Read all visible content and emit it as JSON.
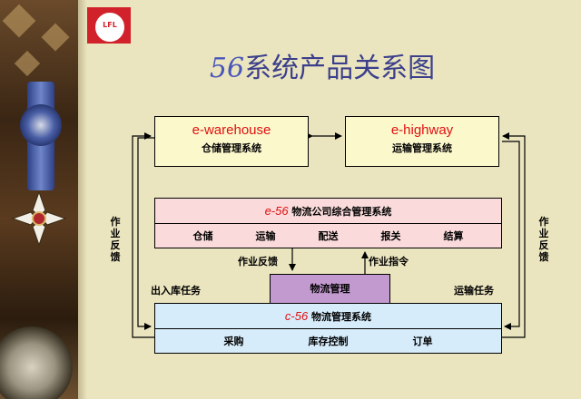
{
  "title": {
    "num": "56",
    "text": "系统产品关系图"
  },
  "logo": {
    "text": "LFL"
  },
  "boxes": {
    "e_warehouse": {
      "name": "e-warehouse",
      "desc": "仓储管理系统"
    },
    "e_highway": {
      "name": "e-highway",
      "desc": "运输管理系统"
    },
    "e56": {
      "prefix": "e-56",
      "title": " 物流公司综合管理系统",
      "items": [
        "仓储",
        "运输",
        "配送",
        "报关",
        "结算"
      ]
    },
    "wl": {
      "label": "物流管理"
    },
    "c56": {
      "prefix": "c-56",
      "title": " 物流管理系统",
      "items": [
        "采购",
        "库存控制",
        "订单"
      ]
    }
  },
  "labels": {
    "feedback_mid": "作业反馈",
    "command_mid": "作业指令",
    "inout_task": "出入库任务",
    "transport_task": "运输任务",
    "left_vertical": "作业反馈",
    "right_vertical": "作业反馈"
  },
  "colors": {
    "accent_red": "#e01010",
    "title_blue": "#3b3f8c",
    "yellow_box": "#fbf8cc",
    "pink_panel": "#fadada",
    "purple_box": "#c39ad0",
    "blue_panel": "#d6ecfb"
  }
}
